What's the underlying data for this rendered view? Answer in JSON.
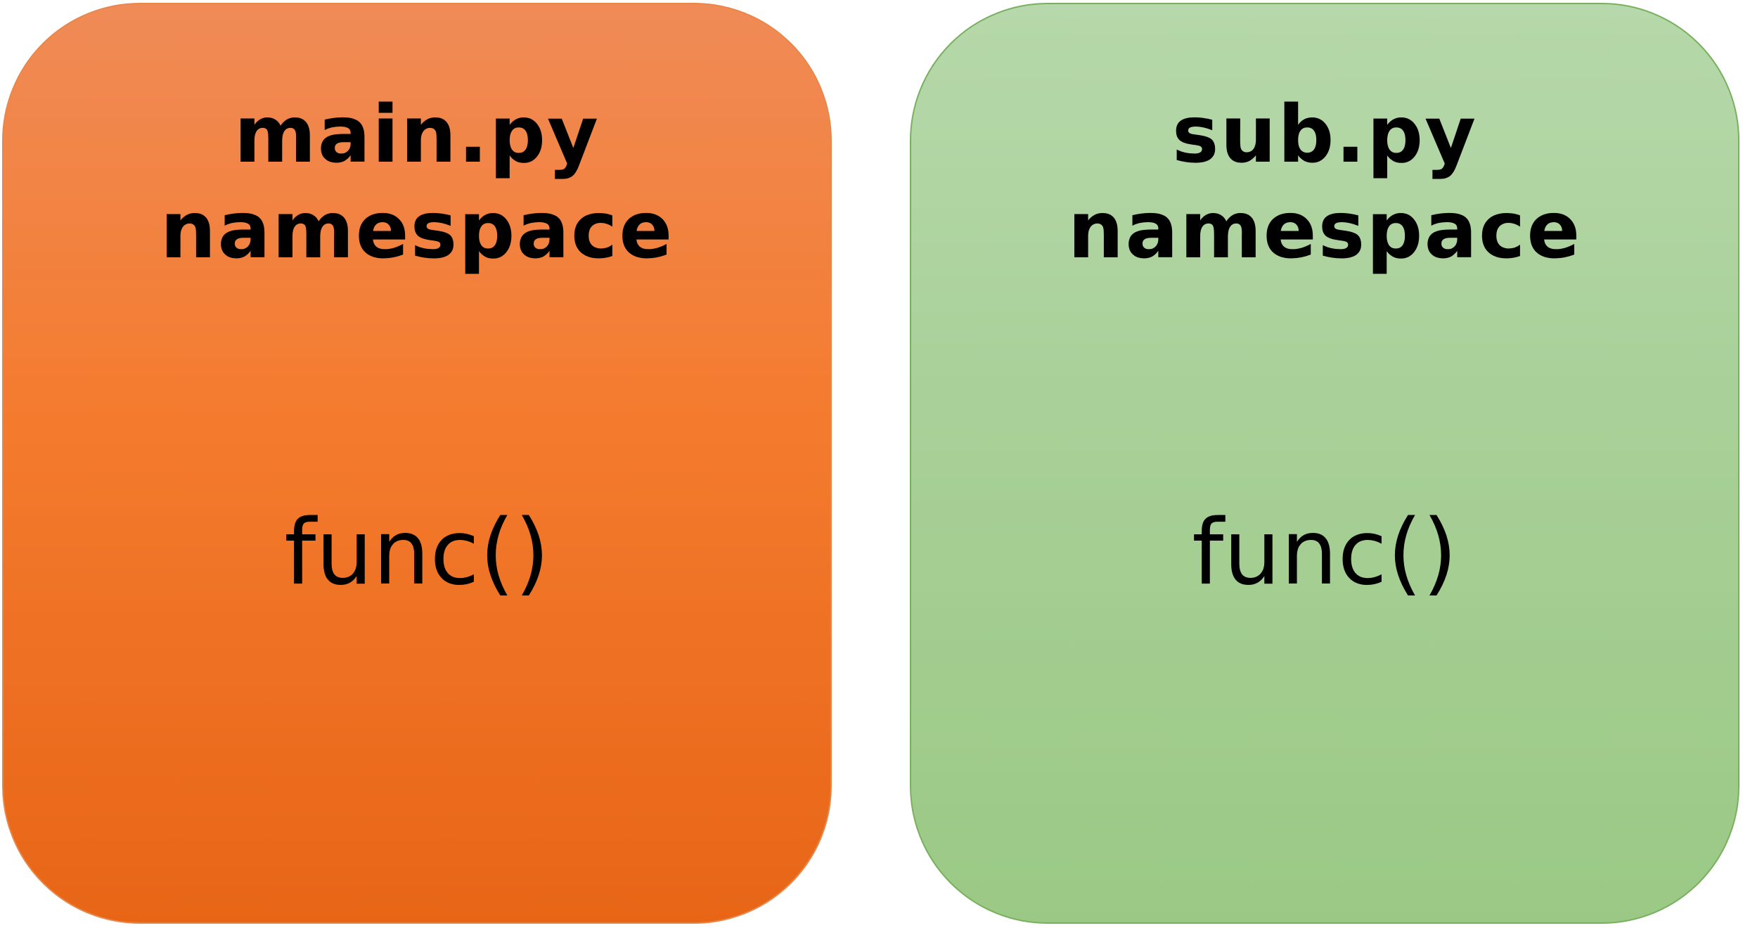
{
  "panels": [
    {
      "title_line1": "main.py",
      "title_line2": "namespace",
      "content": "func()",
      "color": "#f47b2e"
    },
    {
      "title_line1": "sub.py",
      "title_line2": "namespace",
      "content": "func()",
      "color": "#a7cf96"
    }
  ]
}
